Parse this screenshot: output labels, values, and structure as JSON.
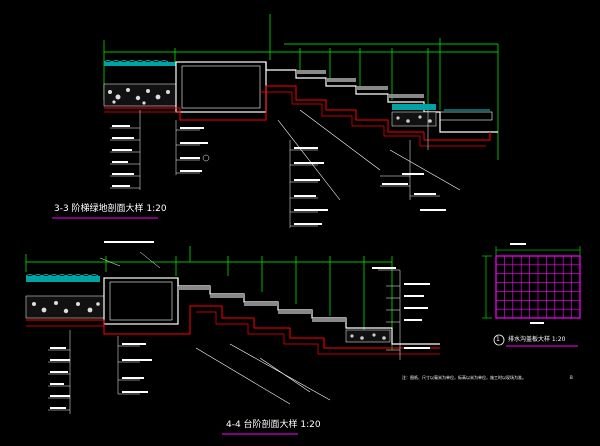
{
  "drawing": {
    "section_3_title": "3-3 阶梯绿地剖面大样 1:20",
    "section_4_title": "4-4 台阶剖面大样 1:20",
    "detail_1_number": "1",
    "detail_1_title": "排水沟盖板大样 1:20",
    "footnote": "注：图纸、尺寸以毫米为单位，标高以米为单位，施工时以现场为准。",
    "footnote_mark": "B"
  },
  "colors": {
    "background": "#000000",
    "ground": "#ff0000",
    "dimension": "#00ff00",
    "grass": "#00a3a3",
    "gravel": "#ffffff",
    "grate": "#ff00ff",
    "title_underline": "#ff00ff",
    "structure": "#ffffff",
    "leader": "#ffff00"
  }
}
